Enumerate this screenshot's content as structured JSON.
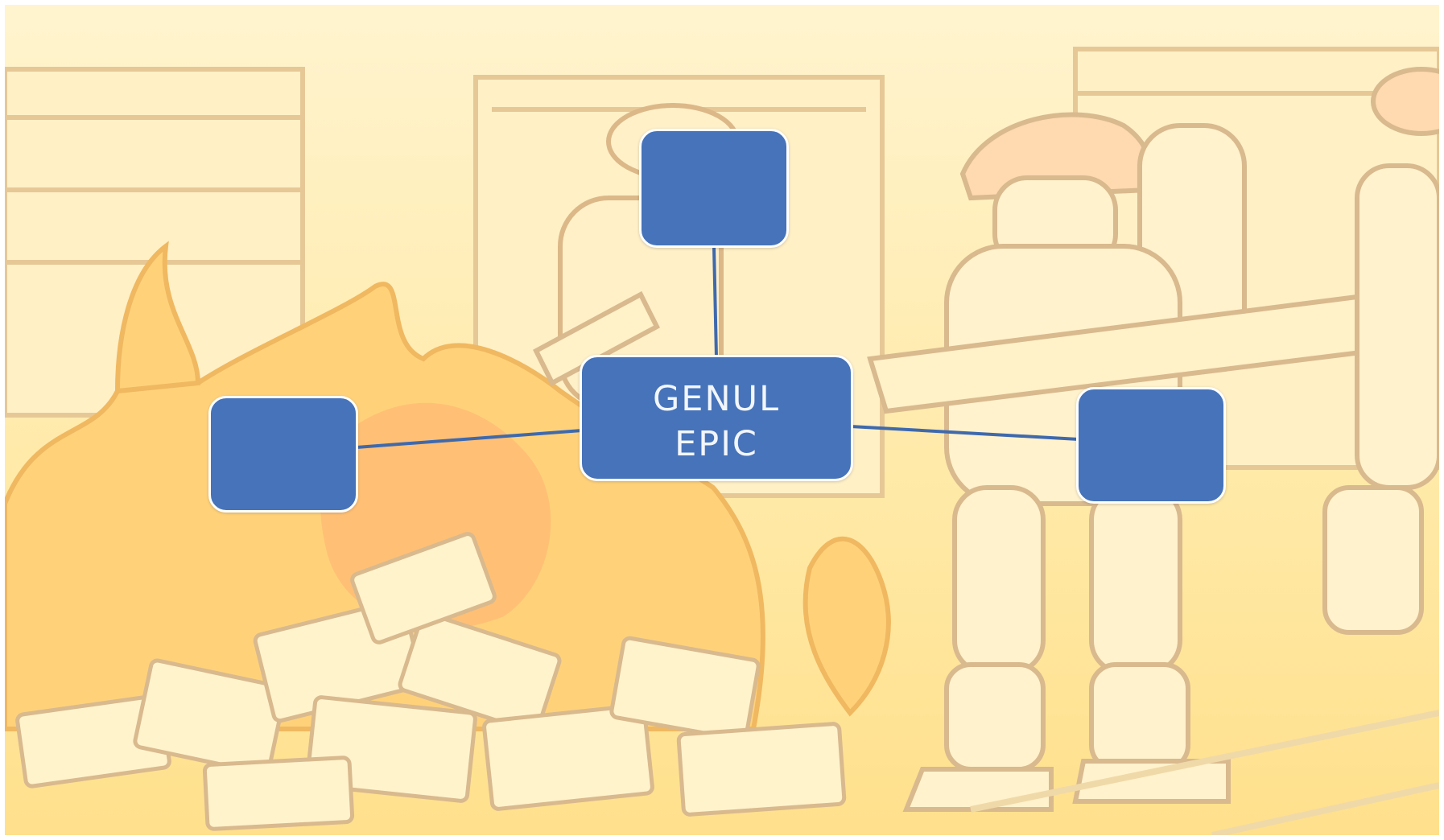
{
  "diagram": {
    "center": {
      "lines": [
        "GENUL",
        "EPIC"
      ]
    },
    "branches": [
      {
        "position": "top",
        "text": ""
      },
      {
        "position": "left",
        "text": ""
      },
      {
        "position": "right",
        "text": ""
      }
    ]
  },
  "colors": {
    "node_fill": "#4673b9",
    "node_border": "#ffffff",
    "connector": "#3f69ad",
    "background_light": "#fff4cf",
    "flame": "#ffd27a",
    "flame_core": "#ffb873",
    "line_art": "#d9b98e"
  },
  "background": {
    "subject": "firefighters-extinguishing-burning-books",
    "style": "faded-illustration"
  }
}
